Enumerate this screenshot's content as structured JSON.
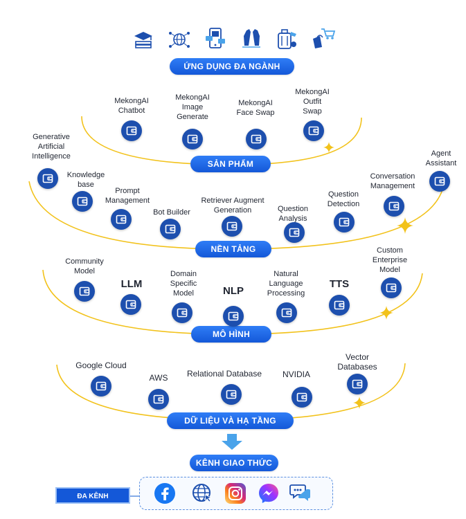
{
  "top_icons": [
    "education-icon",
    "network-globe-icon",
    "mobile-device-icon",
    "fashion-clothing-icon",
    "travel-luggage-icon",
    "shopping-cart-icon"
  ],
  "sections": {
    "header": "ỨNG DỤNG ĐA NGÀNH",
    "san_pham": "SẢN PHẨM",
    "nen_tang": "NỀN TẢNG",
    "mo_hinh": "MÔ HÌNH",
    "du_lieu": "DỮ LIỆU VÀ HẠ TẦNG",
    "kenh": "KÊNH GIAO THỨC"
  },
  "products": [
    "MekongAI\nChatbot",
    "MekongAI\nImage\nGenerate",
    "MekongAI\nFace Swap",
    "MekongAI\nOutfit\nSwap"
  ],
  "platform": [
    "Generative\nArtificial\nIntelligence",
    "Knowledge\nbase",
    "Prompt\nManagement",
    "Bot Builder",
    "Retriever Augment\nGeneration",
    "Question\nAnalysis",
    "Question\nDetection",
    "Conversation\nManagement",
    "Agent\nAssistant"
  ],
  "models": [
    "Community\nModel",
    "LLM",
    "Domain\nSpecific\nModel",
    "NLP",
    "Natural\nLanguage\nProcessing",
    "TTS",
    "Custom\nEnterprise\nModel"
  ],
  "infra": [
    "Google Cloud",
    "AWS",
    "Relational Database",
    "NVIDIA",
    "Vector\nDatabases"
  ],
  "channels": {
    "label": "ĐA KÊNH",
    "icons": [
      "facebook-icon",
      "web-globe-icon",
      "instagram-icon",
      "messenger-icon",
      "chat-bubbles-icon"
    ]
  },
  "colors": {
    "pill_blue": "#1458d8",
    "node_blue": "#1d4fae",
    "arc_yellow": "#f2c21b"
  }
}
